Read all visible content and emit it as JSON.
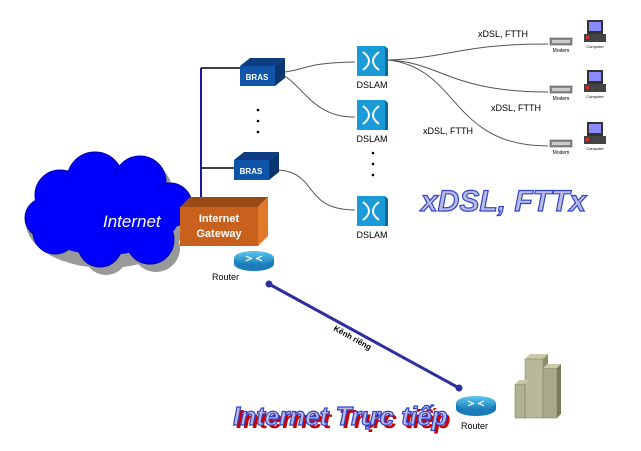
{
  "cloud": {
    "label": "Internet",
    "color": "#0000ff"
  },
  "gateway": {
    "line1": "Internet",
    "line2": "Gateway",
    "color": "#c8611d"
  },
  "bras": [
    {
      "label": "BRAS"
    },
    {
      "label": "BRAS"
    }
  ],
  "dslam": [
    {
      "label": "DSLAM"
    },
    {
      "label": "DSLAM"
    },
    {
      "label": "DSLAM"
    }
  ],
  "links": [
    {
      "label": "xDSL, FTTH"
    },
    {
      "label": "xDSL, FTTH"
    },
    {
      "label": "xDSL, FTTH"
    }
  ],
  "modems": [
    {
      "label": "Modem"
    },
    {
      "label": "Modem"
    },
    {
      "label": "Modem"
    }
  ],
  "computers": [
    {
      "label": "Computer"
    },
    {
      "label": "Computer"
    },
    {
      "label": "Computer"
    }
  ],
  "routers": [
    {
      "label": "Router"
    },
    {
      "label": "Router"
    }
  ],
  "private_link": {
    "label": "Kênh riêng",
    "color": "#2e2e9e"
  },
  "titles": {
    "xdsl": "xDSL, FTTx",
    "direct": "Internet Trực tiếp"
  },
  "colors": {
    "device_blue": "#1155aa",
    "dslam_cyan": "#1a9ad6",
    "title_fill": "#b8bde0",
    "title_outline": "#3344cc",
    "direct_shadow": "#cc0000"
  }
}
